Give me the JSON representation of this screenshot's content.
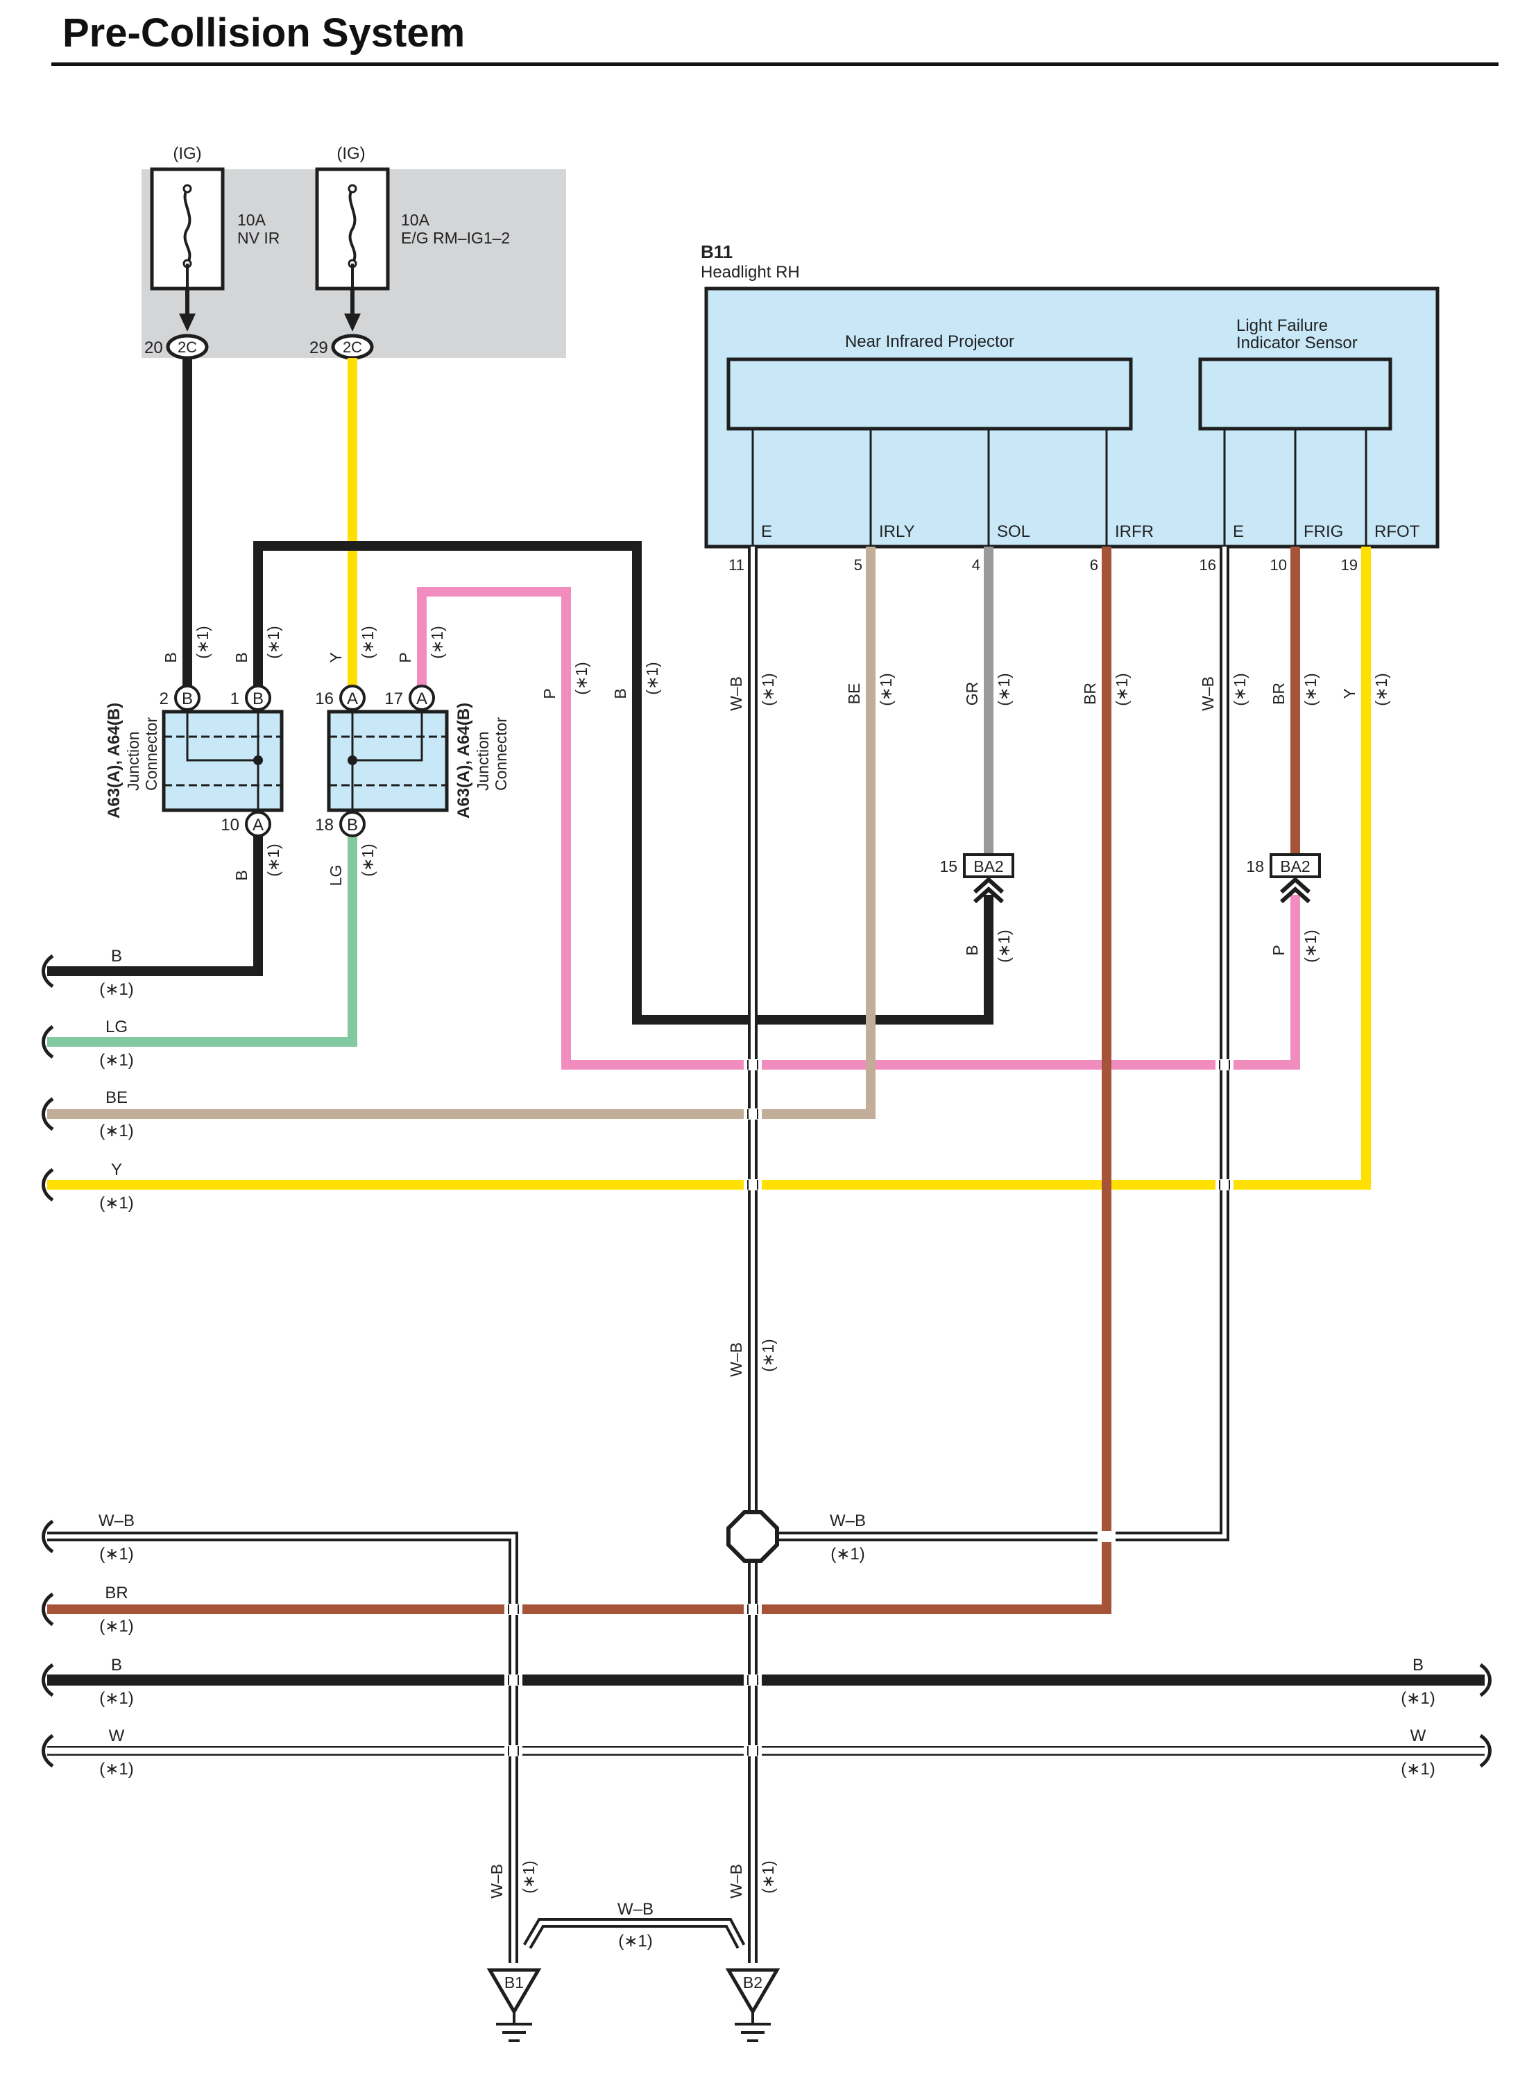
{
  "title": "Pre-Collision System",
  "colors": {
    "B": "#1e1e1e",
    "Y": "#ffe000",
    "P": "#f18cbf",
    "LG": "#82c8a0",
    "BE": "#c2ad98",
    "GR": "#9a9a9a",
    "BR": "#a5543a",
    "WB": "#ffffff",
    "fuse_box": "#d4d5d7",
    "device_fill": "#c8e8f8"
  },
  "fuses": [
    {
      "supply": "(IG)",
      "rating": "10A",
      "name": "NV IR",
      "pin": "20",
      "connector": "2C"
    },
    {
      "supply": "(IG)",
      "rating": "10A",
      "name": "E/G RM–IG1–2",
      "pin": "29",
      "connector": "2C"
    }
  ],
  "device": {
    "code": "B11",
    "name": "Headlight RH",
    "projector": "Near Infrared Projector",
    "sensor_line1": "Light Failure",
    "sensor_line2": "Indicator Sensor",
    "terminals": [
      {
        "name": "E",
        "pin": "11",
        "wire": "W–B"
      },
      {
        "name": "IRLY",
        "pin": "5",
        "wire": "BE"
      },
      {
        "name": "SOL",
        "pin": "4",
        "wire": "GR"
      },
      {
        "name": "IRFR",
        "pin": "6",
        "wire": "BR"
      },
      {
        "name": "E",
        "pin": "16",
        "wire": "W–B"
      },
      {
        "name": "FRIG",
        "pin": "10",
        "wire": "BR"
      },
      {
        "name": "RFOT",
        "pin": "19",
        "wire": "Y"
      }
    ]
  },
  "junction_connectors": [
    {
      "code_a": "A63(A), A64(B)",
      "label_line1": "Junction",
      "label_line2": "Connector",
      "pins": [
        {
          "pin": "2",
          "tag": "B"
        },
        {
          "pin": "1",
          "tag": "B"
        },
        {
          "pin": "10",
          "tag": "A"
        }
      ]
    },
    {
      "code_a": "A63(A), A64(B)",
      "label_line1": "Junction",
      "label_line2": "Connector",
      "pins": [
        {
          "pin": "16",
          "tag": "A"
        },
        {
          "pin": "17",
          "tag": "A"
        },
        {
          "pin": "18",
          "tag": "B"
        }
      ]
    }
  ],
  "inline_connectors": [
    {
      "pin": "15",
      "code": "BA2"
    },
    {
      "pin": "18",
      "code": "BA2"
    }
  ],
  "note": "(∗1)",
  "wire_labels": {
    "B": "B",
    "Y": "Y",
    "P": "P",
    "LG": "LG",
    "BE": "BE",
    "GR": "GR",
    "BR": "BR",
    "WB": "W–B",
    "W": "W"
  },
  "left_edge_wires": [
    "B",
    "LG",
    "BE",
    "Y",
    "W–B",
    "BR",
    "B",
    "W"
  ],
  "right_edge_wires": [
    "B",
    "W"
  ],
  "grounds": [
    "B1",
    "B2"
  ]
}
